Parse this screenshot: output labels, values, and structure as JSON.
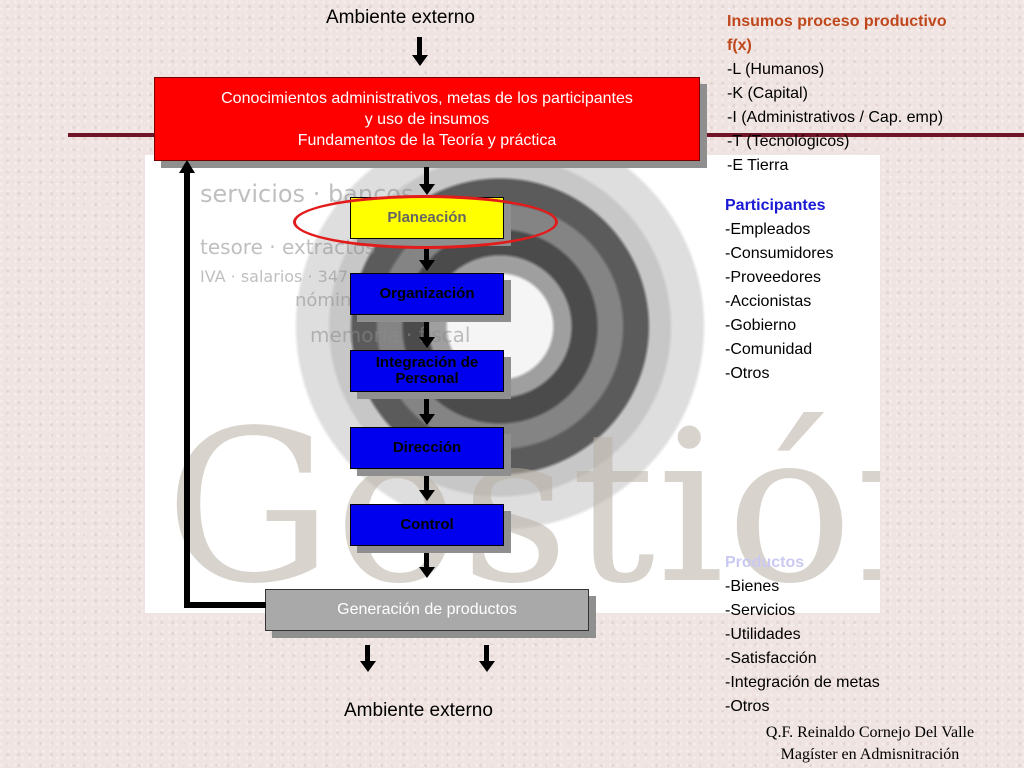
{
  "diagram": {
    "top_label": "Ambiente externo",
    "bottom_label": "Ambiente externo",
    "input_box": {
      "line1": "Conocimientos administrativos, metas de los participantes",
      "line2": "y uso de insumos",
      "line3": "Fundamentos de la Teoría y práctica"
    },
    "steps": [
      {
        "label": "Planeación"
      },
      {
        "label": "Organización"
      },
      {
        "label": "Integración de Personal"
      },
      {
        "label": "Dirección"
      },
      {
        "label": "Control"
      }
    ],
    "output_box": "Generación de productos"
  },
  "insumos": {
    "title_line1": "Insumos proceso productivo",
    "title_line2": "f(x)",
    "items": [
      "-L (Humanos)",
      "-K (Capital)",
      "-I (Administrativos / Cap. emp)",
      "-T (Tecnológicos)",
      "-E Tierra"
    ]
  },
  "participantes": {
    "title": "Participantes",
    "items": [
      "-Empleados",
      "-Consumidores",
      "-Proveedores",
      "-Accionistas",
      "-Gobierno",
      "-Comunidad",
      "-Otros"
    ]
  },
  "productos": {
    "title": "Productos",
    "items": [
      "-Bienes",
      "-Servicios",
      "-Utilidades",
      "-Satisfacción",
      "-Integración de metas",
      "-Otros"
    ]
  },
  "credit": {
    "line1": "Q.F. Reinaldo Cornejo Del Valle",
    "line2": "Magíster en Admisnitración"
  },
  "colors": {
    "input_box": "#ff0000",
    "planning_box": "#ffff00",
    "step_boxes": "#0000ee",
    "output_box": "#a9a9a9",
    "divider_line": "#6e1426",
    "highlight_ellipse": "#e21b1b"
  }
}
